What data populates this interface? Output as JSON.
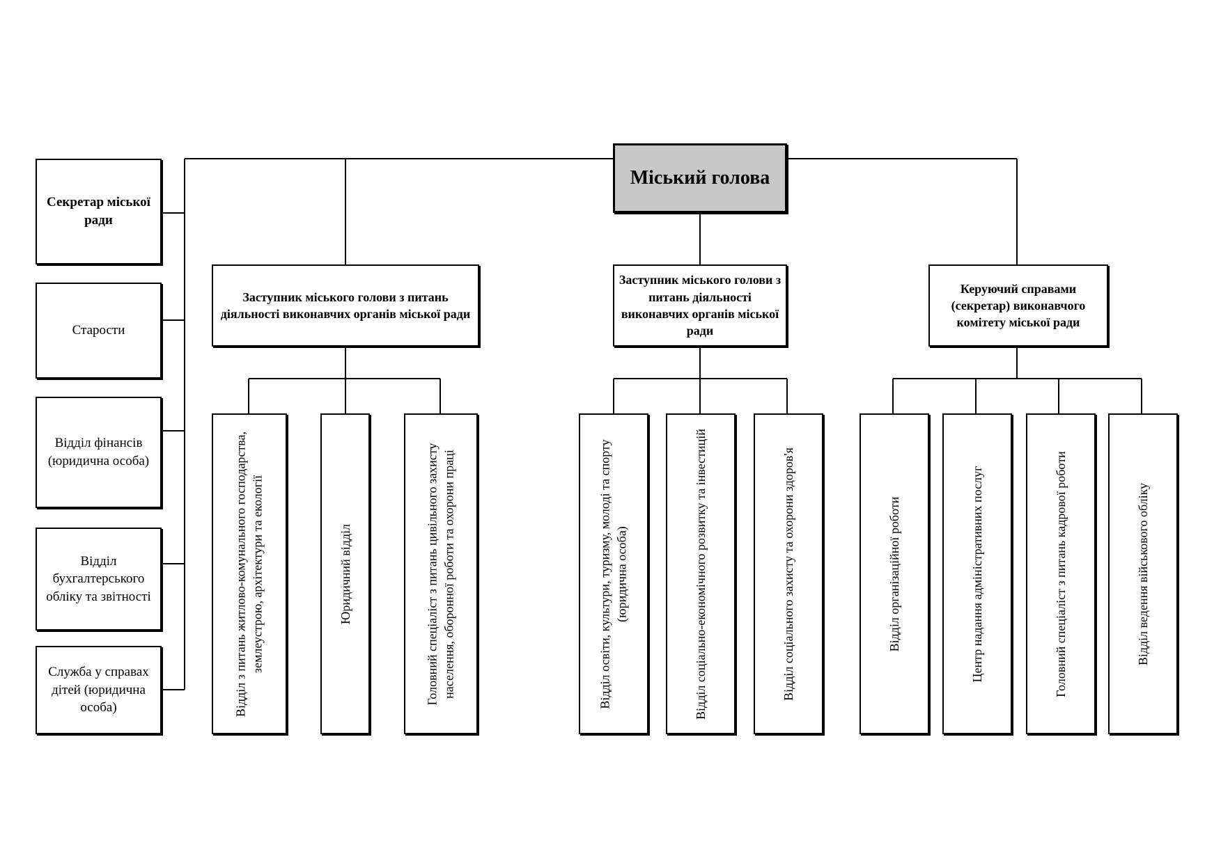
{
  "mayor": "Міський голова",
  "deputies": [
    "Заступник міського голови   з питань діяльності виконавчих органів міської ради",
    "Заступник міського голови з питань діяльності виконавчих органів міської ради",
    "Керуючий справами (секретар) виконавчого комітету міської ради"
  ],
  "left_units": [
    "Секретар міської ради",
    "Старости",
    "Відділ фінансів (юридична особа)",
    "Відділ бухгалтерського обліку та звітності",
    "Служба у справах дітей (юридична особа)"
  ],
  "group1": [
    "Відділ з питань житлово-комунального господарства, землеустрою, архітектури та екології",
    "Юридичний відділ",
    "Головний спеціаліст з питань цивільного захисту населення, оборонної роботи та охорони праці"
  ],
  "group2": [
    "Відділ освіти, культури, туризму, молоді та спорту (юридична особа)",
    "Відділ соціально-економічного розвитку та інвестицій",
    "Відділ соціального захисту та охорони здоров'я"
  ],
  "group3": [
    "Відділ організаційної роботи",
    "Центр надання адміністративних послуг",
    "Головний спеціаліст з питань кадрової роботи",
    "Відділ ведення військового обліку"
  ]
}
